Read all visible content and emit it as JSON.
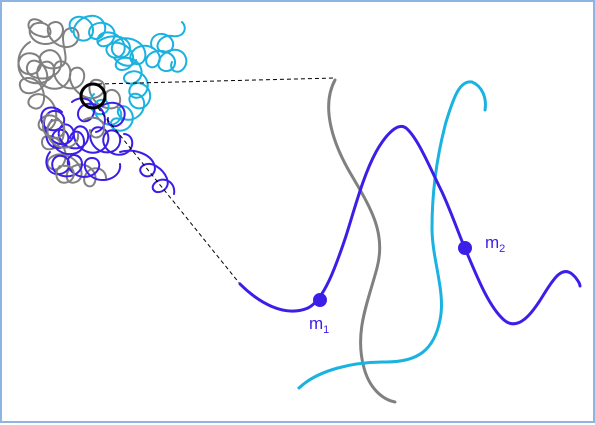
{
  "colors": {
    "frame": "#8eb4e3",
    "grey_chain": "#808080",
    "cyan_chain": "#1ab2e0",
    "blue_chain": "#3b1ee8",
    "highlight_circle": "#000000",
    "guide_line": "#000000"
  },
  "labels": {
    "m1": {
      "main": "m",
      "sub": "1"
    },
    "m2": {
      "main": "m",
      "sub": "2"
    }
  }
}
